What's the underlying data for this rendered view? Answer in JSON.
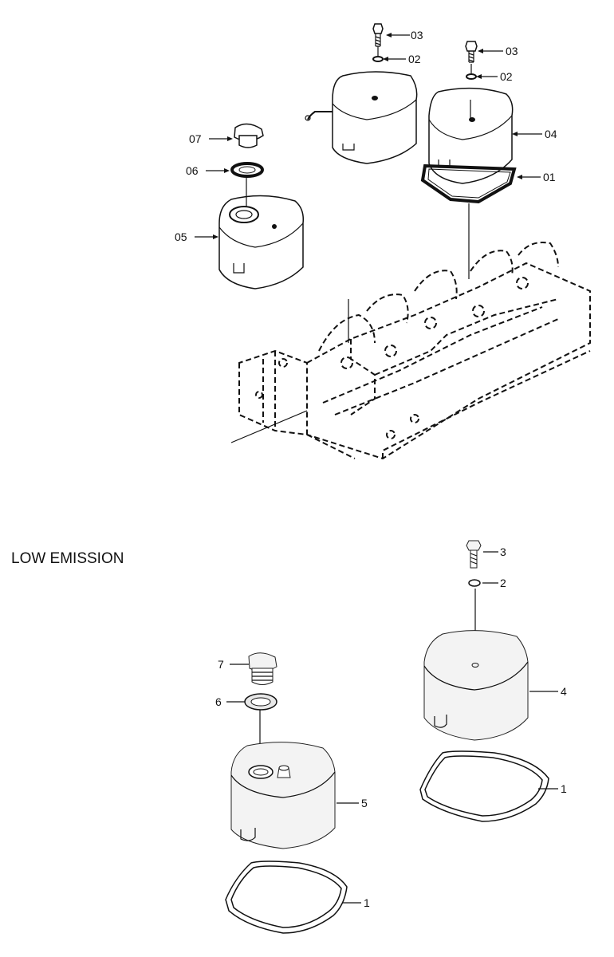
{
  "upper_diagram": {
    "callouts": {
      "c01": "01",
      "c02a": "02",
      "c02b": "02",
      "c03a": "03",
      "c03b": "03",
      "c04": "04",
      "c05": "05",
      "c06": "06",
      "c07": "07"
    }
  },
  "lower_diagram": {
    "title": "LOW EMISSION",
    "callouts": {
      "c1a": "1",
      "c1b": "1",
      "c2": "2",
      "c3": "3",
      "c4": "4",
      "c5": "5",
      "c6": "6",
      "c7": "7"
    }
  }
}
